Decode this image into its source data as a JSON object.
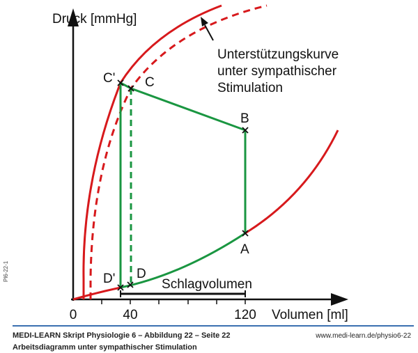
{
  "y_axis_label": "Druck [mmHg]",
  "x_axis_label": "Volumen [ml]",
  "x_ticks": [
    "0",
    "40",
    "120"
  ],
  "points": {
    "c_prime": "C'",
    "c": "C",
    "b": "B",
    "a": "A",
    "d": "D",
    "d_prime": "D'"
  },
  "annotation": [
    "Unterstützungskurve",
    "unter sympathischer",
    "Stimulation"
  ],
  "stroke_volume_label": "Schlagvolumen",
  "side_code": "Pl6-22-1",
  "footer": {
    "source": "MEDI-LEARN Skript Physiologie 6 – Abbildung 22 – Seite 22",
    "url": "www.medi-learn.de/physio6-22",
    "caption": "Arbeitsdiagramm unter sympathischer Stimulation"
  },
  "colors": {
    "red": "#d7191c",
    "green": "#1a9641",
    "blue": "#3a6fb0"
  }
}
